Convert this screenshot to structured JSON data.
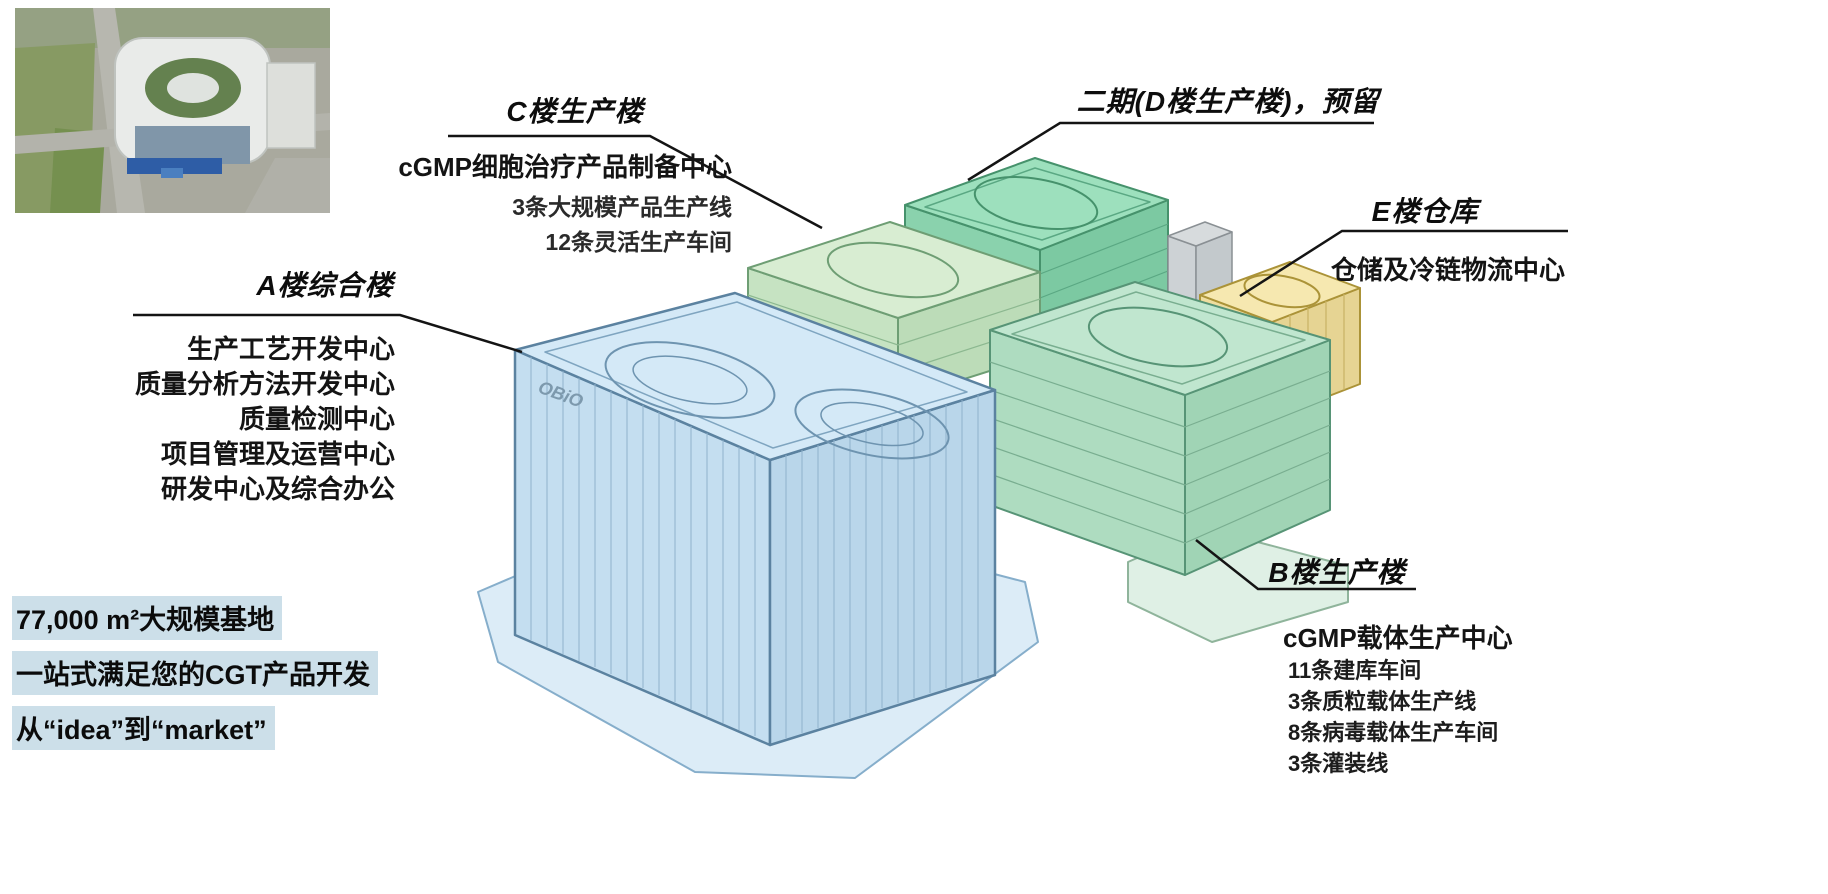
{
  "buildings": {
    "a": {
      "title": "A楼综合楼",
      "logo": "OBiO",
      "lines": [
        "生产工艺开发中心",
        "质量分析方法开发中心",
        "质量检测中心",
        "项目管理及运营中心",
        "研发中心及综合办公"
      ]
    },
    "b": {
      "title": "B楼生产楼",
      "subtitle": "cGMP载体生产中心",
      "lines": [
        "11条建库车间",
        "3条质粒载体生产线",
        "8条病毒载体生产车间",
        "3条灌装线"
      ]
    },
    "c": {
      "title": "C楼生产楼",
      "subtitle": "cGMP细胞治疗产品制备中心",
      "lines": [
        "3条大规模产品生产线",
        "12条灵活生产车间"
      ]
    },
    "d": {
      "title": "二期(D楼生产楼)，预留"
    },
    "e": {
      "title": "E楼仓库",
      "subtitle": "仓储及冷链物流中心"
    }
  },
  "footer": {
    "lines": [
      "77,000 m²大规模基地",
      "一站式满足您的CGT产品开发",
      "从“idea”到“market”"
    ]
  },
  "colors": {
    "building_a": "#c4def0",
    "building_b": "#aedcc0",
    "building_c": "#c6e3c2",
    "building_d": "#8ad2ad",
    "building_e": "#eedd9f",
    "base_platform": "#dcecf7",
    "highlight": "#ccdfe9",
    "leader_line": "#141414"
  }
}
